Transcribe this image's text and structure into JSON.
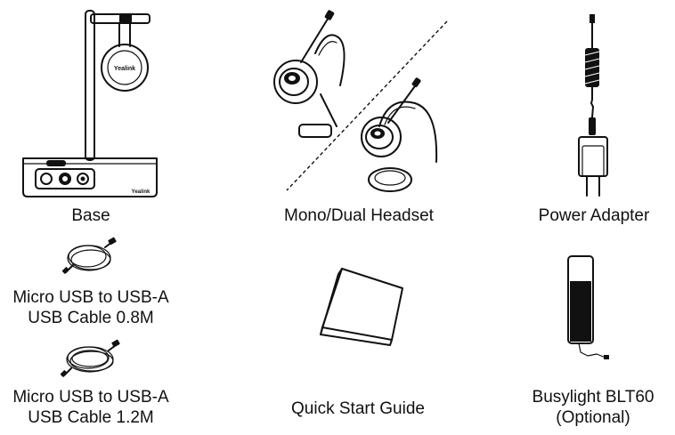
{
  "items": [
    {
      "id": "base",
      "lines": [
        "Base"
      ],
      "icon": "headset-base-icon",
      "logo_text": "Yealink"
    },
    {
      "id": "headset",
      "lines": [
        "Mono/Dual Headset"
      ],
      "icon": "headset-icon"
    },
    {
      "id": "adapter",
      "lines": [
        "Power Adapter"
      ],
      "icon": "power-adapter-icon"
    },
    {
      "id": "cable08",
      "lines": [
        "Micro USB to USB-A",
        "USB Cable 0.8M"
      ],
      "icon": "usb-cable-icon"
    },
    {
      "id": "guide",
      "lines": [
        "Quick Start Guide"
      ],
      "icon": "quick-start-guide-icon"
    },
    {
      "id": "busylight",
      "lines": [
        "Busylight BLT60",
        "(Optional)"
      ],
      "icon": "busylight-icon"
    },
    {
      "id": "cable12",
      "lines": [
        "Micro USB to USB-A",
        "USB Cable 1.2M"
      ],
      "icon": "usb-cable-icon"
    }
  ]
}
